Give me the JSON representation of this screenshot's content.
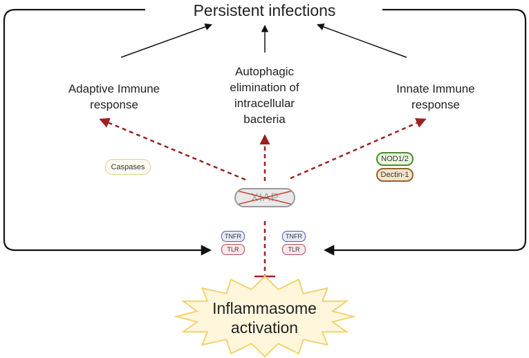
{
  "title": "Persistent infections",
  "nodes": {
    "adaptive": "Adaptive Immune\nresponse",
    "autophagic": "Autophagic\nelimination of\nintracellular\nbacteria",
    "innate": "Innate Immune\nresponse",
    "inflammasome": "Inflammasome\nactivation"
  },
  "molecules": {
    "caspases": "Caspases",
    "nod": "NOD1/2",
    "dectin": "Dectin-1",
    "xiap": "XIAP",
    "tnfr_left": "TNFR",
    "tlr_left": "TLR",
    "tnfr_right": "TNFR",
    "tlr_right": "TLR"
  },
  "colors": {
    "black_arrow": "#111111",
    "dashed_arrow": "#9b2020",
    "xiap_cross": "#c0392b",
    "burst_fill": "#fff6dc",
    "burst_stroke": "#f1d36d"
  }
}
